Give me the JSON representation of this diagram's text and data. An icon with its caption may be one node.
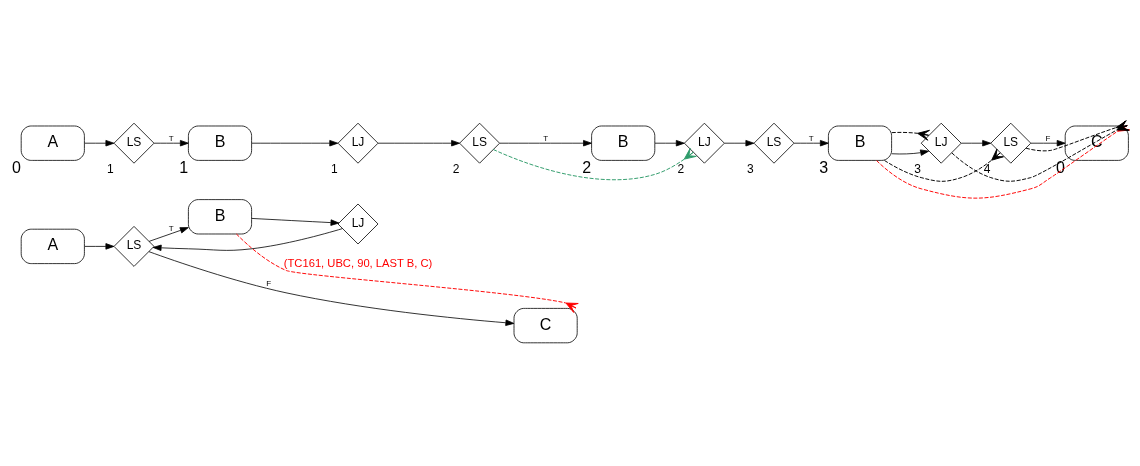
{
  "diagram": {
    "nodes": [
      {
        "text": [
          "A"
        ]
      },
      {
        "text": [
          "LS"
        ]
      },
      {
        "text": [
          "B"
        ]
      },
      {
        "text": [
          "LJ"
        ]
      },
      {
        "text": [
          "C"
        ]
      },
      {
        "text": [
          "A"
        ],
        "beside": [
          "0"
        ]
      },
      {
        "text": [
          "LS"
        ],
        "beside": [
          "1"
        ]
      },
      {
        "text": [
          "B"
        ],
        "beside": [
          "1"
        ]
      },
      {
        "text": [
          "LJ"
        ],
        "beside": [
          "1"
        ]
      },
      {
        "text": [
          "LS"
        ],
        "beside": [
          "2"
        ]
      },
      {
        "text": [
          "B"
        ],
        "beside": [
          "2"
        ]
      },
      {
        "text": [
          "LJ"
        ],
        "beside": [
          "2"
        ]
      },
      {
        "text": [
          "LS"
        ],
        "beside": [
          "3"
        ]
      },
      {
        "text": [
          "B"
        ],
        "beside": [
          "3"
        ]
      },
      {
        "text": [
          "LJ"
        ],
        "beside": [
          "3"
        ]
      },
      {
        "text": [
          "LS"
        ],
        "beside": [
          "4"
        ]
      },
      {
        "text": [
          "C"
        ],
        "beside": [
          "0"
        ]
      }
    ],
    "edges": [
      {
        "from": 0,
        "to": 1,
        "arrow": "to"
      },
      {
        "from": 1,
        "to": 2,
        "arrow": "to",
        "label": "T"
      },
      {
        "from": 2,
        "to": 3,
        "arrow": "to"
      },
      {
        "from": 3,
        "to": 1,
        "arrow": "to"
      },
      {
        "from": 1,
        "to": 4,
        "arrow": "to",
        "label": "F"
      },
      {
        "from": 2,
        "to": 4,
        "arrow": "other",
        "label": "(TC161, UBC, 90, LAST B, C)",
        "style": "dashed",
        "color": "#ff0000"
      },
      {
        "from": 5,
        "to": 6,
        "arrow": "to"
      },
      {
        "from": 6,
        "to": 7,
        "arrow": "to",
        "label": "T"
      },
      {
        "from": 7,
        "to": 8,
        "arrow": "to"
      },
      {
        "from": 8,
        "to": 9,
        "arrow": "to"
      },
      {
        "from": 9,
        "to": 10,
        "arrow": "to",
        "label": "T"
      },
      {
        "from": 10,
        "to": 11,
        "arrow": "to"
      },
      {
        "from": 11,
        "to": 12,
        "arrow": "to"
      },
      {
        "from": 12,
        "to": 13,
        "arrow": "to",
        "label": "T"
      },
      {
        "from": 13,
        "to": 14,
        "arrow": "to"
      },
      {
        "from": 14,
        "to": 15,
        "arrow": "to"
      },
      {
        "from": 15,
        "to": 16,
        "arrow": "to",
        "label": "F"
      },
      {
        "from": 9,
        "to": 11,
        "arrow": "other",
        "style": "dashed",
        "color": "#2e9b6a"
      },
      {
        "from": 13,
        "to": 14,
        "arrow": "other",
        "style": "dashed"
      },
      {
        "from": 13,
        "to": 15,
        "arrow": "other",
        "style": "dashed"
      },
      {
        "from": 14,
        "to": 16,
        "arrow": "other",
        "style": "dashed"
      },
      {
        "from": 15,
        "to": 16,
        "arrow": "other",
        "style": "dashed"
      },
      {
        "from": 13,
        "to": 16,
        "arrow": "other",
        "style": "dashed",
        "color": "#ff0000"
      }
    ]
  }
}
